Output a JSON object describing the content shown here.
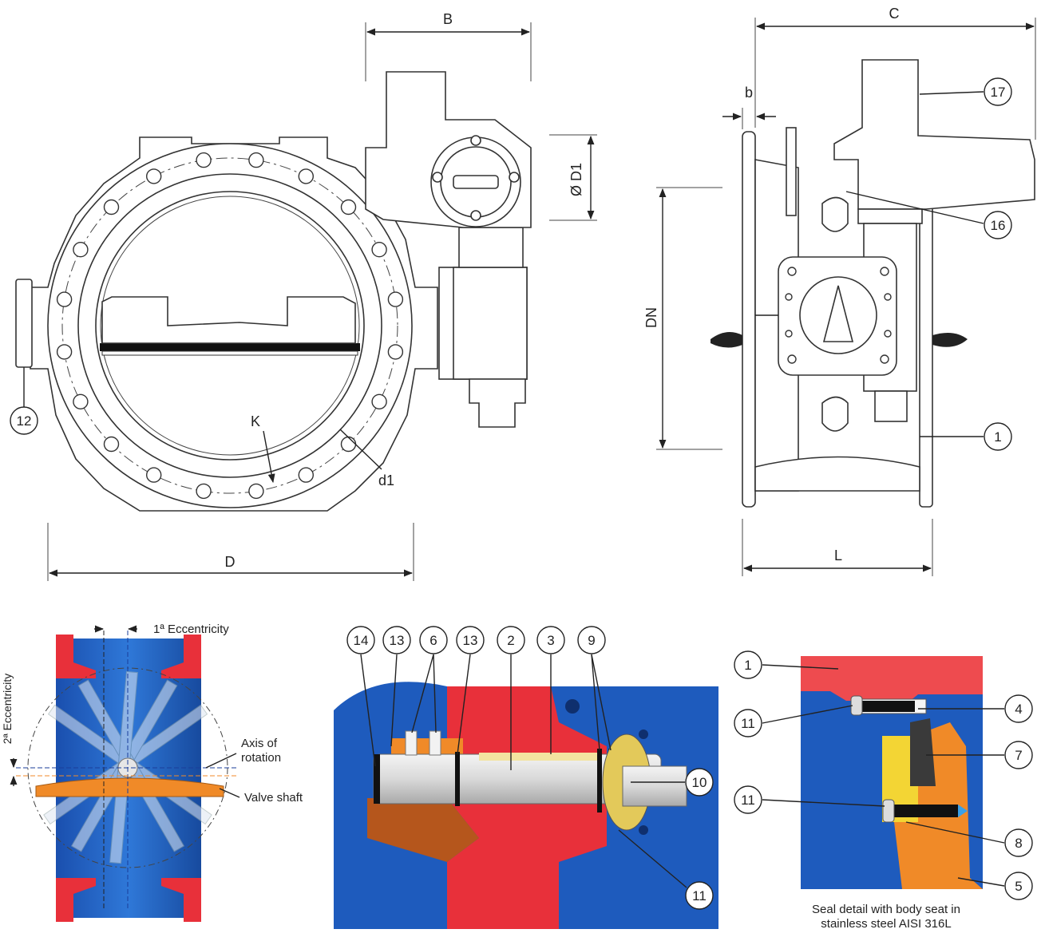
{
  "dimensions": {
    "B": "B",
    "C": "C",
    "b": "b",
    "D1": "Ø D1",
    "DN": "DN",
    "D": "D",
    "L": "L",
    "K": "K",
    "d1": "d1"
  },
  "callouts": {
    "front": [
      "12"
    ],
    "side": [
      "17",
      "16",
      "1"
    ],
    "shaft": [
      "14",
      "13",
      "6",
      "13",
      "2",
      "3",
      "9",
      "10",
      "11"
    ],
    "seal": [
      "1",
      "4",
      "11",
      "7",
      "11",
      "8",
      "5"
    ]
  },
  "eccentricity": {
    "first": "1ª Eccentricity",
    "second": "2ª Eccentricity",
    "axis_line1": "Axis of",
    "axis_line2": "rotation",
    "shaft": "Valve shaft"
  },
  "seal_caption": {
    "line1": "Seal detail with body seat in",
    "line2": "stainless steel AISI 316L"
  },
  "colors": {
    "body_red": "#e8303a",
    "disc_orange": "#f08a28",
    "blue": "#1e5bbd",
    "yellow": "#f3d534",
    "seal_red": "#ee4b4f"
  }
}
